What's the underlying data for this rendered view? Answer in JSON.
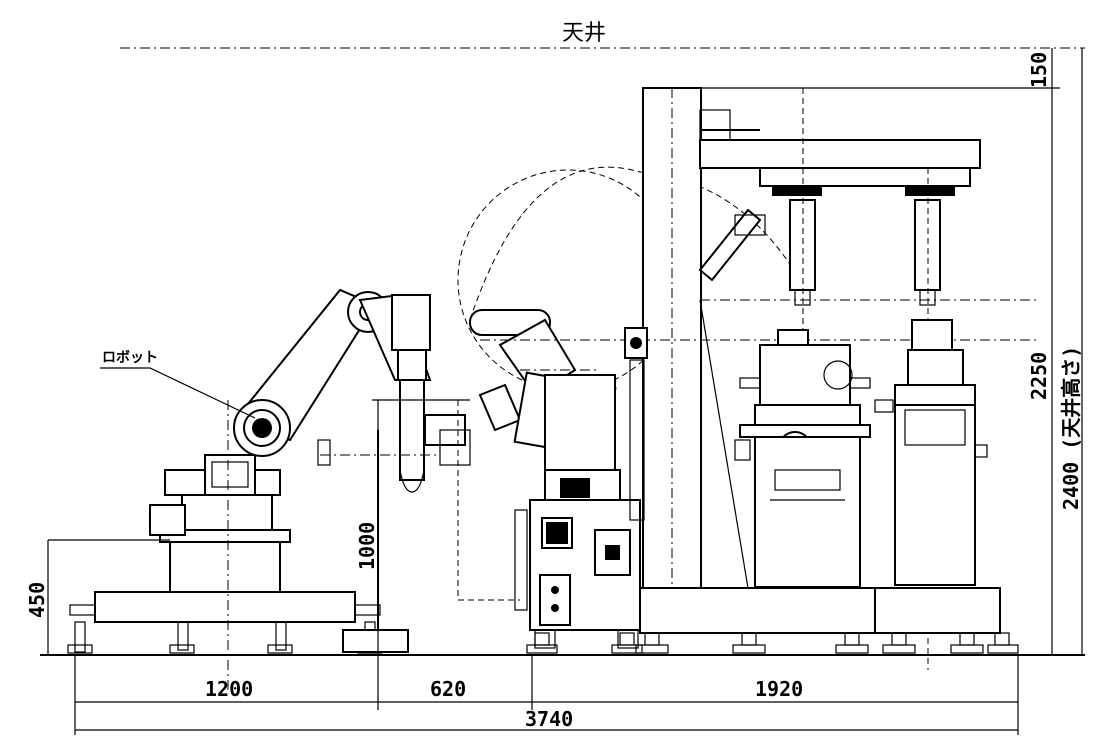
{
  "labels": {
    "ceiling": "天井",
    "robot": "ロボット"
  },
  "dimensions": {
    "ceiling_gap": "150",
    "total_height": "2400 (天井高さ)",
    "equipment_height": "2250",
    "reach_height": "1000",
    "base_height": "450",
    "width_robot": "1200",
    "width_gap": "620",
    "width_equipment": "1920",
    "width_total": "3740"
  }
}
